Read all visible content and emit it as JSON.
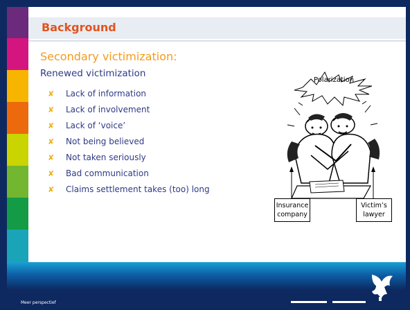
{
  "slide": {
    "title": "Background",
    "heading": "Secondary victimization:",
    "subheading": "Renewed victimization",
    "bullets": [
      "Lack of information",
      "Lack of involvement",
      "Lack of ‘voice’",
      "Not being believed",
      "Not taken seriously",
      "Bad communication",
      "Claims settlement takes (too) long"
    ],
    "bullet_icon": "x-mark-icon"
  },
  "illustration": {
    "balloon_label": "Polarization",
    "left_box_line1": "Insurance",
    "left_box_line2": "company",
    "right_box_line1": "Victim’s",
    "right_box_line2": "lawyer"
  },
  "footer": {
    "tagline": "Meer perspectief"
  },
  "colors": {
    "frame": "#0d2960",
    "title": "#e0541e",
    "heading": "#f39b1d",
    "text": "#2e3a86",
    "bullet_mark": "#ecb21c",
    "stripes": [
      "#6b2a7c",
      "#d4157f",
      "#f7b500",
      "#ec6a0c",
      "#c9d400",
      "#73b62f",
      "#139b46",
      "#19a5b7"
    ]
  }
}
